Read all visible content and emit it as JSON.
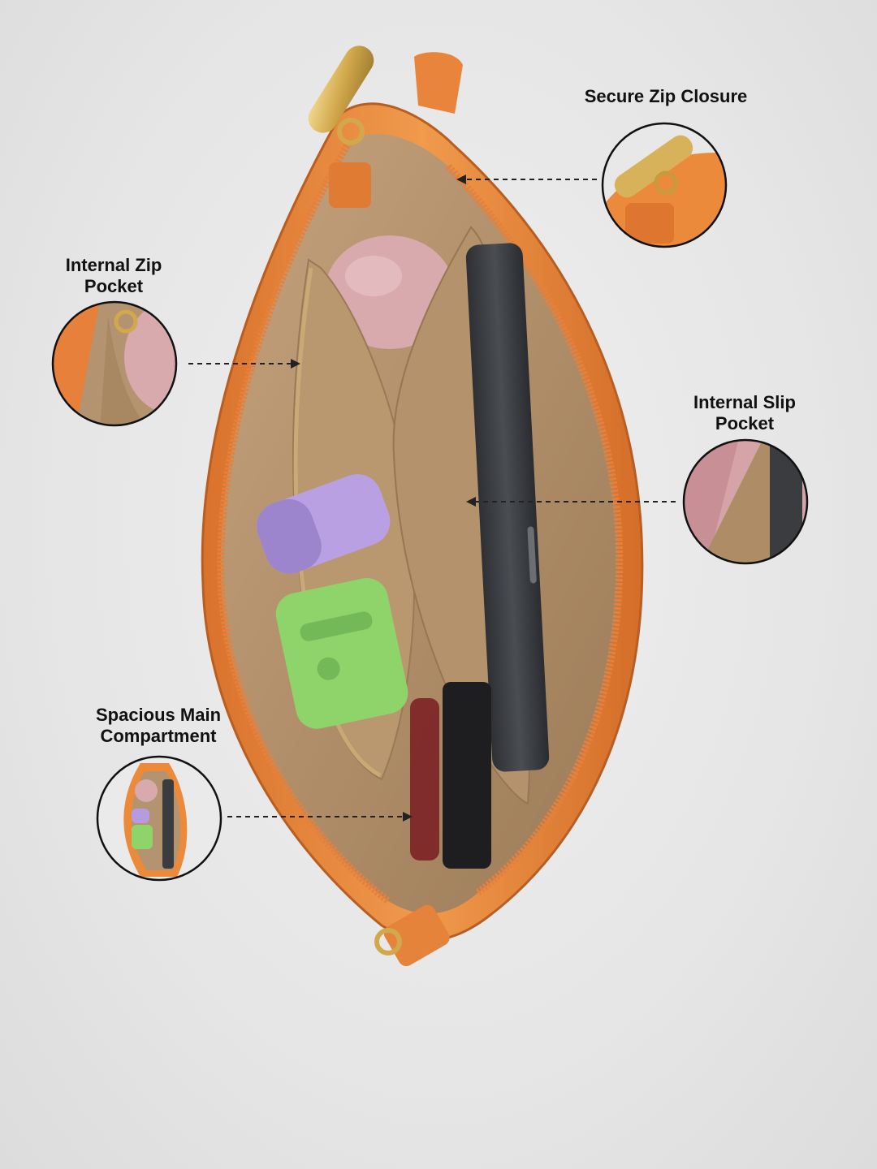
{
  "colors": {
    "background": "#e9e9e9",
    "leather": "#ec8a3c",
    "leather_dark": "#c86824",
    "lining": "#b39370",
    "lining_dark": "#8a6d4f",
    "zip_pull_gold": "#d8b25a",
    "phone": "#3c3e42",
    "lip_balm_purple": "#b59be0",
    "case_green": "#8fd46a",
    "pink_item": "#d9a9ae",
    "arrow": "#222222"
  },
  "labels": {
    "secure_zip": "Secure Zip Closure",
    "internal_zip": "Internal Zip\nPocket",
    "internal_slip": "Internal Slip\nPocket",
    "main_compartment": "Spacious Main\nCompartment"
  },
  "icons": {
    "arrow": "dashed-arrow-icon",
    "callout": "zoom-circle-icon"
  }
}
